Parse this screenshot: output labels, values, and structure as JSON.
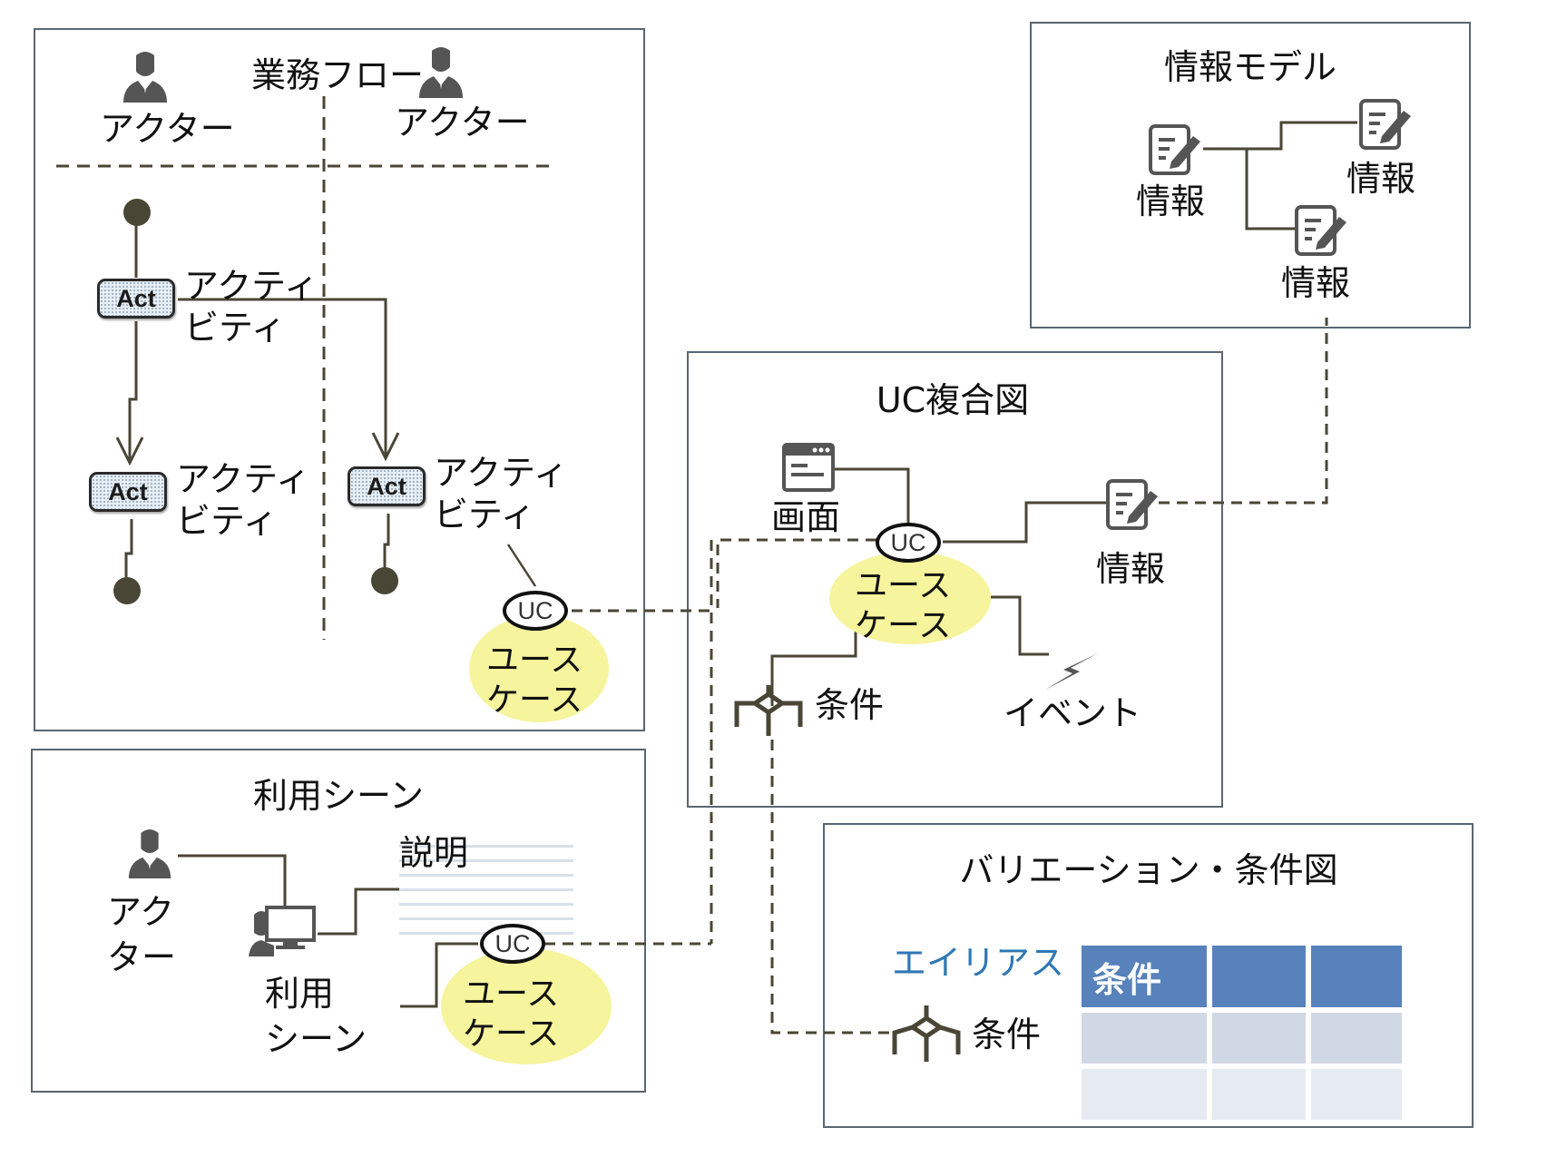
{
  "colors": {
    "wire": "#4a4636",
    "panel_border": "#5a6670",
    "usecase_fill": "#f6f49c",
    "alias_text": "#2f77b5",
    "table_header": "#5882bb",
    "table_row1": "#d0d8e4",
    "table_row2": "#e6ebf2"
  },
  "business_flow": {
    "title": "業務フロー",
    "actors": [
      {
        "icon": "person-icon",
        "label": "アクター"
      },
      {
        "icon": "person-icon",
        "label": "アクター"
      }
    ],
    "activities": [
      {
        "badge": "Act",
        "label_line1": "アクティ",
        "label_line2": "ビティ"
      },
      {
        "badge": "Act",
        "label_line1": "アクティ",
        "label_line2": "ビティ"
      },
      {
        "badge": "Act",
        "label_line1": "アクティ",
        "label_line2": "ビティ"
      }
    ],
    "usecase": {
      "badge": "UC",
      "label_line1": "ユース",
      "label_line2": "ケース"
    }
  },
  "info_model": {
    "title": "情報モデル",
    "items": [
      {
        "icon": "note-edit-icon",
        "label": "情報"
      },
      {
        "icon": "note-edit-icon",
        "label": "情報"
      },
      {
        "icon": "note-edit-icon",
        "label": "情報"
      }
    ]
  },
  "uc_composite": {
    "title": "UC複合図",
    "screen": {
      "icon": "screen-window-icon",
      "label": "画面"
    },
    "usecase": {
      "badge": "UC",
      "label_line1": "ユース",
      "label_line2": "ケース"
    },
    "info": {
      "icon": "note-edit-icon",
      "label": "情報"
    },
    "condition": {
      "icon": "condition-branch-icon",
      "label": "条件"
    },
    "event": {
      "icon": "lightning-icon",
      "label": "イベント"
    }
  },
  "usage_scene": {
    "title": "利用シーン",
    "actor": {
      "icon": "person-icon",
      "label_line1": "アク",
      "label_line2": "ター"
    },
    "scene": {
      "icon": "person-at-computer-icon",
      "label_line1": "利用",
      "label_line2": "シーン"
    },
    "description": {
      "label": "説明"
    },
    "usecase": {
      "badge": "UC",
      "label_line1": "ユース",
      "label_line2": "ケース"
    }
  },
  "variation": {
    "title": "バリエーション・条件図",
    "alias_label": "エイリアス",
    "condition": {
      "icon": "condition-branch-icon",
      "label": "条件"
    },
    "table": {
      "header": [
        "条件",
        "",
        ""
      ],
      "rows": [
        [
          "",
          "",
          ""
        ],
        [
          "",
          "",
          ""
        ]
      ]
    }
  }
}
